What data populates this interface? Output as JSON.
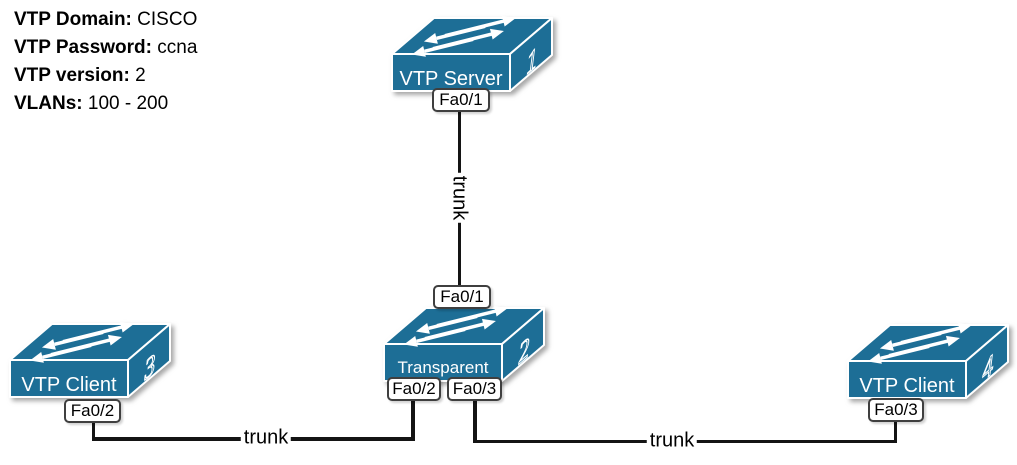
{
  "info": {
    "lines": [
      {
        "label": "VTP Domain:",
        "value": "CISCO"
      },
      {
        "label": "VTP Password:",
        "value": "ccna"
      },
      {
        "label": "VTP version:",
        "value": "2"
      },
      {
        "label": "VLANs:",
        "value": "100 - 200"
      }
    ]
  },
  "switches": {
    "server": {
      "label": "VTP Server",
      "number": "1"
    },
    "transparent": {
      "label": "Transparent",
      "number": "2"
    },
    "client_left": {
      "label": "VTP Client",
      "number": "3"
    },
    "client_right": {
      "label": "VTP Client",
      "number": "4"
    }
  },
  "ports": {
    "server_fa01": "Fa0/1",
    "transparent_fa01": "Fa0/1",
    "transparent_fa02": "Fa0/2",
    "transparent_fa03": "Fa0/3",
    "client_left_fa02": "Fa0/2",
    "client_right_fa03": "Fa0/3"
  },
  "links": {
    "server_transparent": "trunk",
    "client_left_transparent": "trunk",
    "transparent_client_right": "trunk"
  },
  "colors": {
    "switch_fill": "#1d6e96",
    "edge_stroke": "#ffffff",
    "cable": "#141414"
  }
}
